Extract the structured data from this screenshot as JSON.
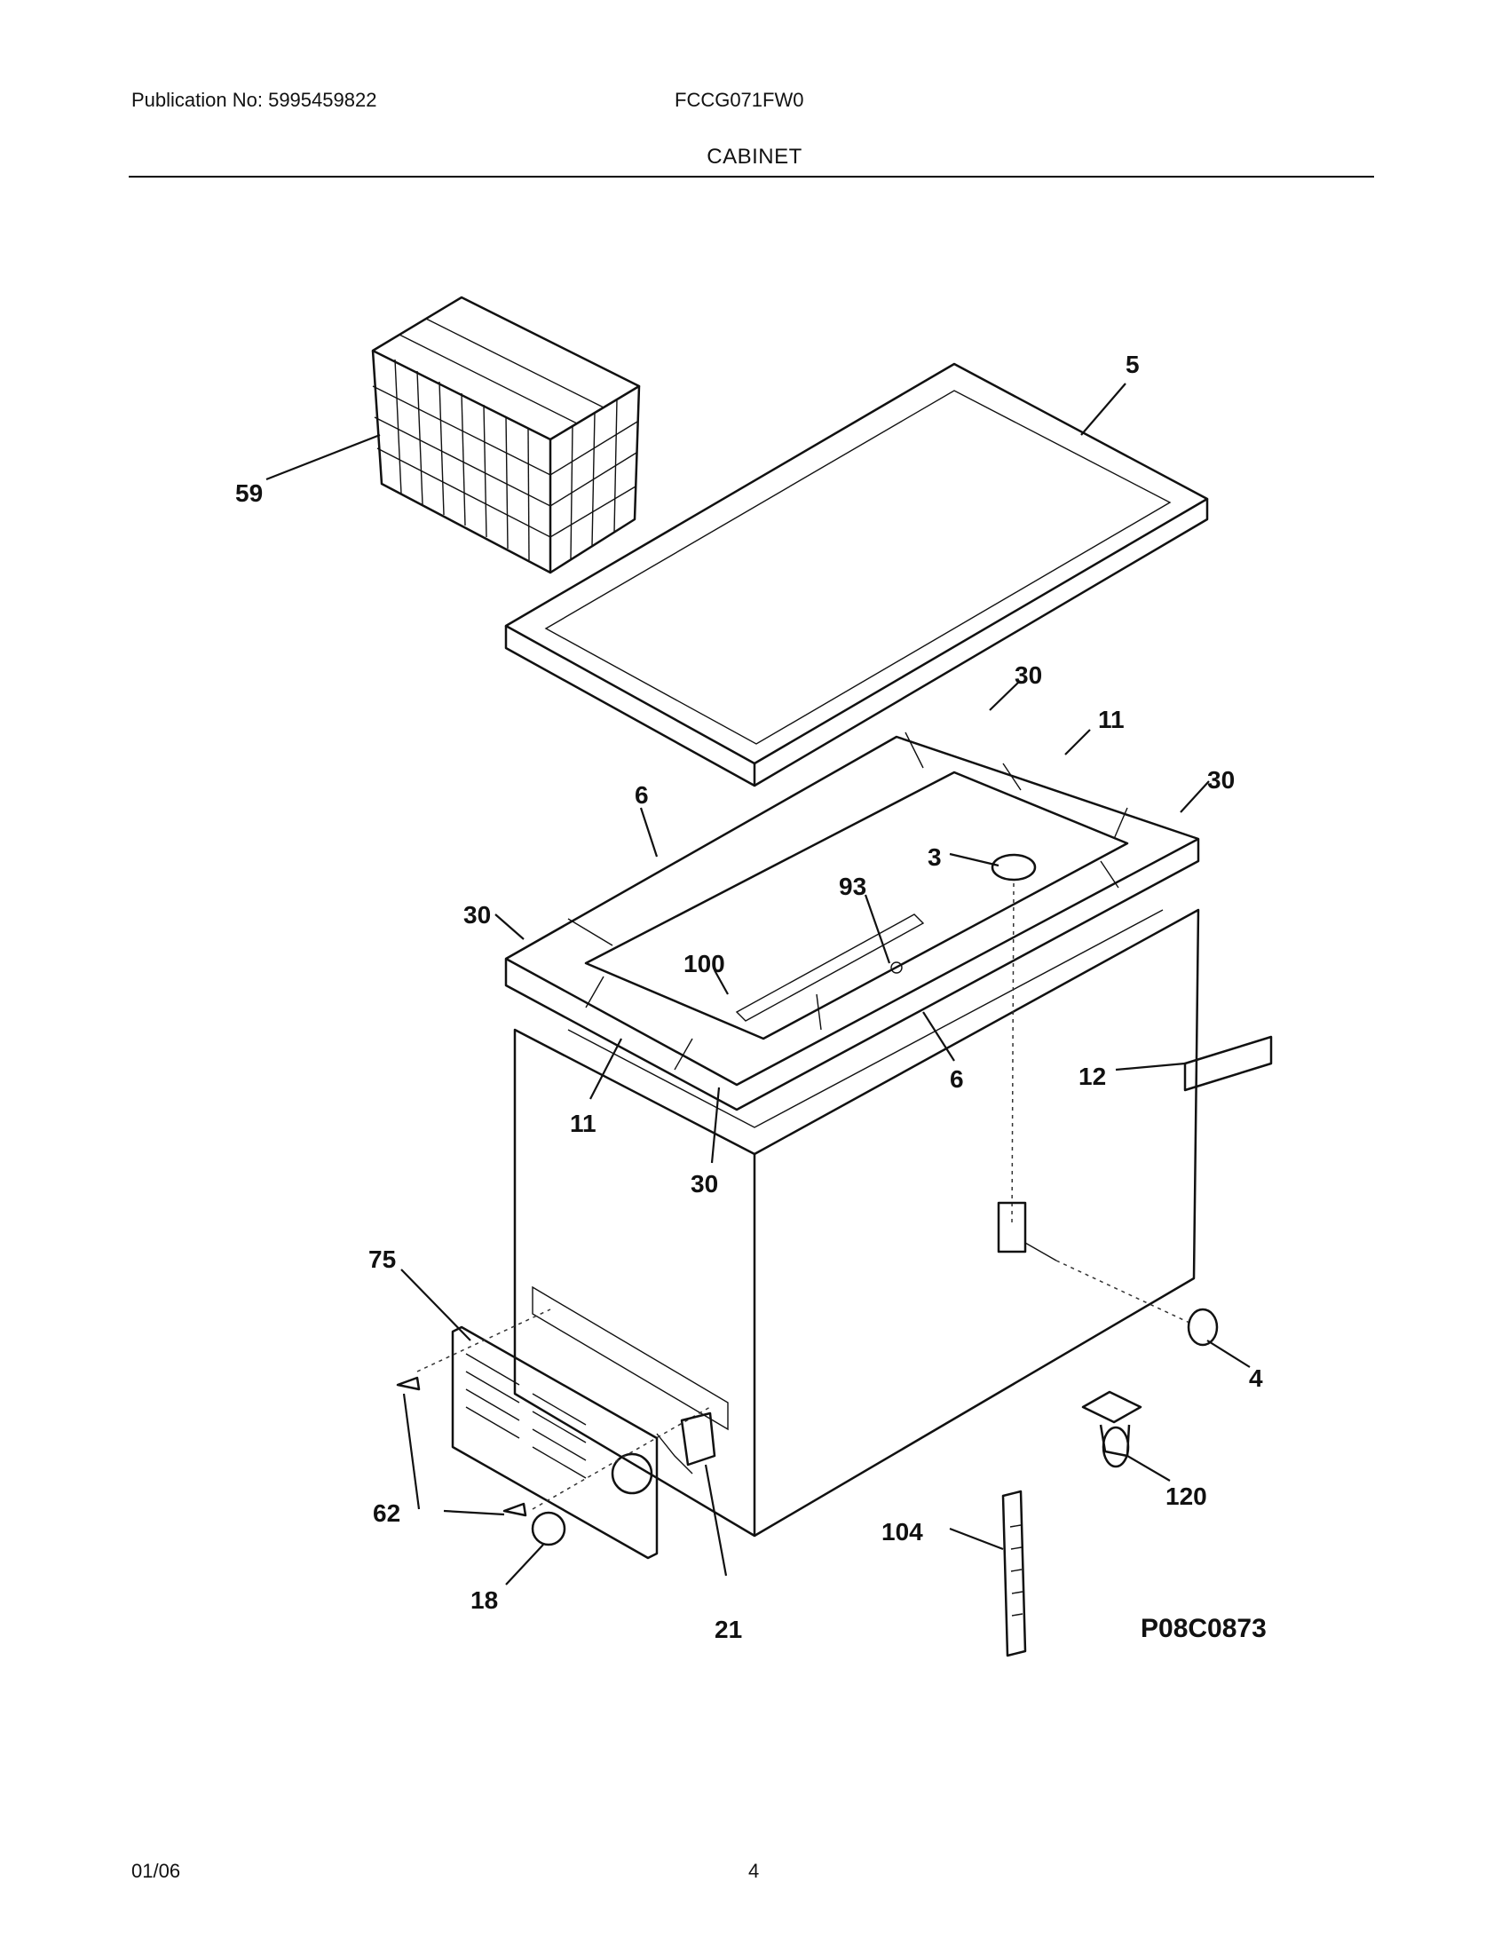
{
  "header": {
    "publication": "Publication No: 5995459822",
    "model": "FCCG071FW0",
    "section": "CABINET"
  },
  "footer": {
    "date": "01/06",
    "page": "4"
  },
  "drawing_number": "P08C0873",
  "callouts": {
    "c5": "5",
    "c59": "59",
    "c30a": "30",
    "c11a": "11",
    "c30b": "30",
    "c6a": "6",
    "c3": "3",
    "c93": "93",
    "c30c": "30",
    "c100": "100",
    "c6b": "6",
    "c12": "12",
    "c11b": "11",
    "c30d": "30",
    "c75": "75",
    "c4": "4",
    "c120": "120",
    "c62": "62",
    "c104": "104",
    "c18": "18",
    "c21": "21"
  }
}
